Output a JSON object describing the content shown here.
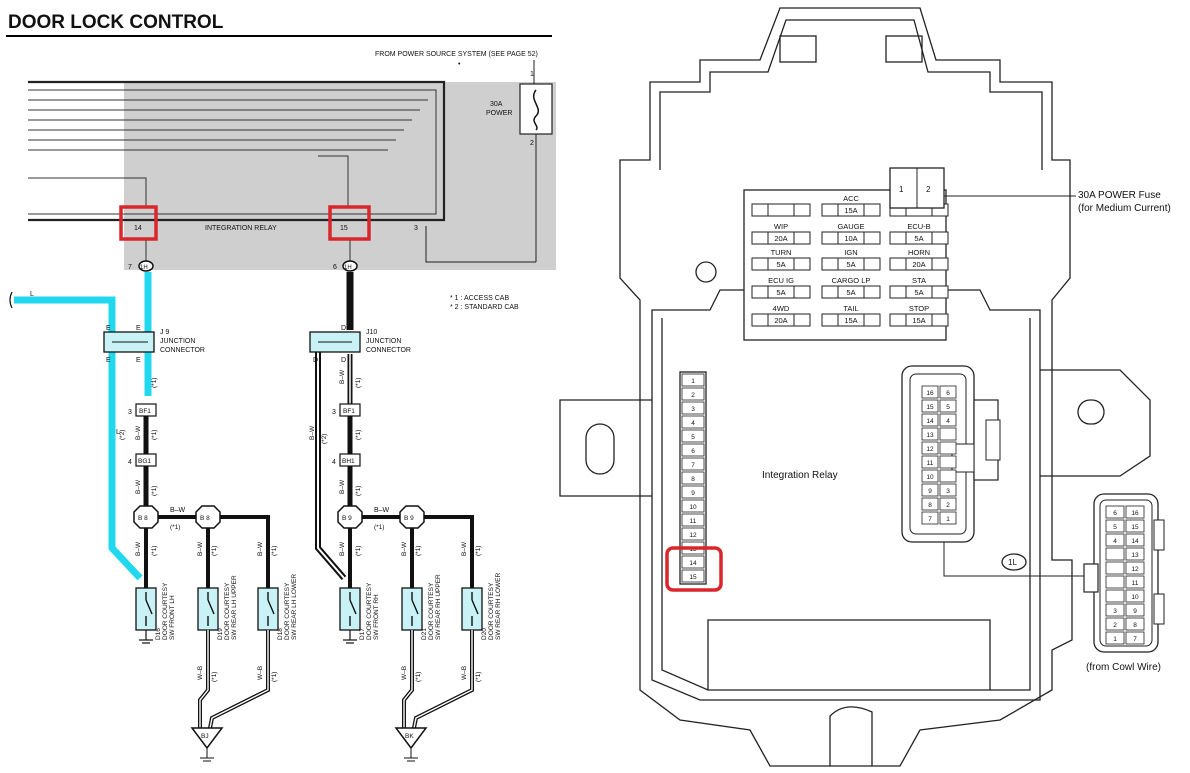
{
  "schematic": {
    "title": "DOOR LOCK CONTROL",
    "power_source_note": "FROM POWER SOURCE SYSTEM (SEE PAGE 52)",
    "fuse_label_line1": "30A",
    "fuse_label_line2": "POWER",
    "fuse_pin_top": "1",
    "fuse_pin_bottom": "2",
    "relay_label": "INTEGRATION RELAY",
    "pins": {
      "p14": "14",
      "p15": "15",
      "p3": "3"
    },
    "relay_connectors": {
      "left_num": "7",
      "left_code": "1H",
      "right_num": "6",
      "right_code": "1H"
    },
    "legend_1": "* 1 : ACCESS CAB",
    "legend_2": "* 2 : STANDARD CAB",
    "left_input_wire": "L",
    "junctions": {
      "j9_code": "J 9",
      "j9_line1": "JUNCTION",
      "j9_line2": "CONNECTOR",
      "j10_code": "J10",
      "j10_line1": "JUNCTION",
      "j10_line2": "CONNECTOR",
      "pin_e": "E",
      "pin_d": "D"
    },
    "connectors": {
      "bf1": "BF1",
      "bg1": "BG1",
      "bh1": "BH1",
      "n3": "3",
      "n4": "4",
      "b8": "B 8",
      "b9": "B 9"
    },
    "wire_labels": {
      "bw": "B–W",
      "bw_plain": "B–W",
      "l": "L",
      "wb": "W–B",
      "star1": "(*1)",
      "star2": "(*2)"
    },
    "switches": [
      {
        "code": "D16",
        "line1": "DOOR COURTESY",
        "line2": "SW FRONT LH"
      },
      {
        "code": "D19",
        "line1": "DOOR COURTESY",
        "line2": "SW REAR LH UPPER"
      },
      {
        "code": "D18",
        "line1": "DOOR COURTESY",
        "line2": "SW REAR LH LOWER"
      },
      {
        "code": "D17",
        "line1": "DOOR COURTESY",
        "line2": "SW FRONT RH"
      },
      {
        "code": "D21",
        "line1": "DOOR COURTESY",
        "line2": "SW REAR RH UPPER"
      },
      {
        "code": "D20",
        "line1": "DOOR COURTESY",
        "line2": "SW REAR RH LOWER"
      }
    ],
    "grounds": {
      "bj": "BJ",
      "bk": "BK"
    }
  },
  "fuse_box": {
    "power_fuse_callout_line1": "30A POWER Fuse",
    "power_fuse_callout_line2": "(for Medium Current)",
    "power_fuse_pins": [
      "1",
      "2"
    ],
    "fuses": [
      {
        "name": "",
        "rating": ""
      },
      {
        "name": "ACC",
        "rating": "15A"
      },
      {
        "name": "",
        "rating": ""
      },
      {
        "name": "WIP",
        "rating": "20A"
      },
      {
        "name": "GAUGE",
        "rating": "10A"
      },
      {
        "name": "ECU-B",
        "rating": "5A"
      },
      {
        "name": "TURN",
        "rating": "5A"
      },
      {
        "name": "IGN",
        "rating": "5A"
      },
      {
        "name": "HORN",
        "rating": "20A"
      },
      {
        "name": "ECU IG",
        "rating": "5A"
      },
      {
        "name": "CARGO LP",
        "rating": "5A"
      },
      {
        "name": "STA",
        "rating": "5A"
      },
      {
        "name": "4WD",
        "rating": "20A"
      },
      {
        "name": "TAIL",
        "rating": "15A"
      },
      {
        "name": "STOP",
        "rating": "15A"
      }
    ],
    "relay_label": "Integration Relay",
    "relay_pins": [
      "1",
      "2",
      "3",
      "4",
      "5",
      "6",
      "7",
      "8",
      "9",
      "10",
      "11",
      "12",
      "13",
      "14",
      "15"
    ],
    "connector_1L": "1L",
    "cowl_wire_label": "(from Cowl Wire)",
    "connector_a_pins": [
      [
        "16",
        "6"
      ],
      [
        "15",
        "5"
      ],
      [
        "14",
        "4"
      ],
      [
        "13",
        ""
      ],
      [
        "12",
        ""
      ],
      [
        "11",
        ""
      ],
      [
        "10",
        ""
      ],
      [
        "9",
        "3"
      ],
      [
        "8",
        "2"
      ],
      [
        "7",
        "1"
      ]
    ],
    "connector_b_pins": [
      [
        "6",
        "16"
      ],
      [
        "5",
        "15"
      ],
      [
        "4",
        "14"
      ],
      [
        "",
        "13"
      ],
      [
        "",
        "12"
      ],
      [
        "",
        "11"
      ],
      [
        "",
        "10"
      ],
      [
        "3",
        "9"
      ],
      [
        "2",
        "8"
      ],
      [
        "1",
        "7"
      ]
    ]
  },
  "colors": {
    "highlight_red": "#d9262c",
    "light_blue_wire": "#22d8ee",
    "gray_relay_fill": "#cfcfcf",
    "cyan_switch_fill": "#c8f2f6"
  }
}
